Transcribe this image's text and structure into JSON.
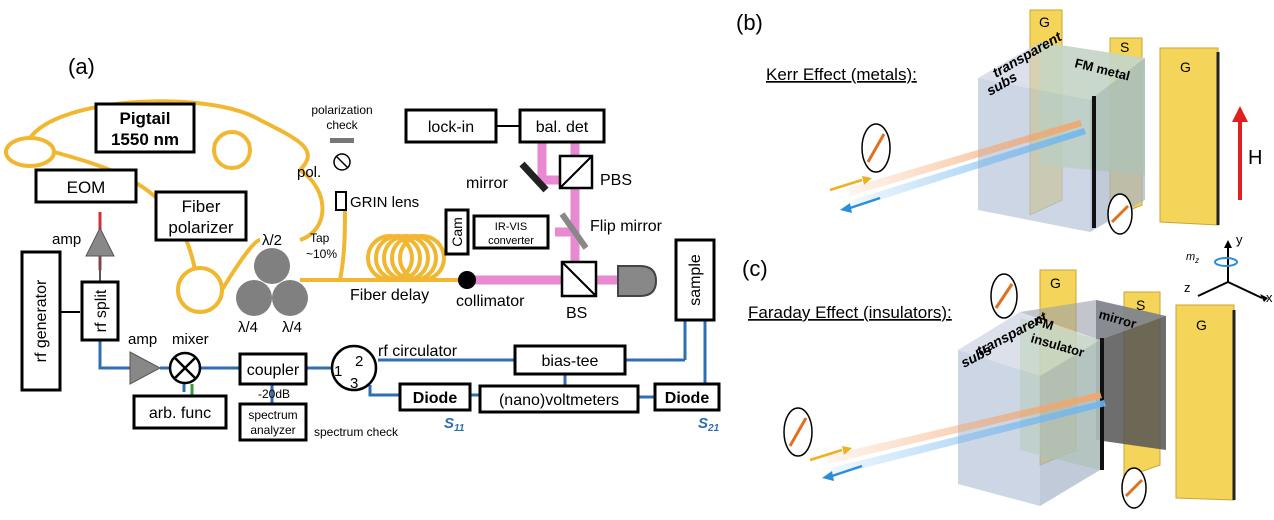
{
  "panels": {
    "a": "(a)",
    "b": "(b)",
    "c": "(c)"
  },
  "setup": {
    "pigtail_line1": "Pigtail",
    "pigtail_line2": "1550 nm",
    "eom": "EOM",
    "fiber_polarizer_line1": "Fiber",
    "fiber_polarizer_line2": "polarizer",
    "amp_top": "amp",
    "rf_generator": "rf generator",
    "rf_split": "rf split",
    "amp_bottom": "amp",
    "mixer": "mixer",
    "arb_func": "arb. func",
    "coupler": "coupler",
    "minus20db": "-20dB",
    "spectrum_analyzer_line1": "spectrum",
    "spectrum_analyzer_line2": "analyzer",
    "spectrum_check": "spectrum check",
    "lambda2": "λ/2",
    "lambda4_left": "λ/4",
    "lambda4_right": "λ/4",
    "polarization_check_line1": "polarization",
    "polarization_check_line2": "check",
    "pol": "pol.",
    "grin_lens": "GRIN lens",
    "tap_line1": "Tap",
    "tap_line2": "~10%",
    "fiber_delay": "Fiber delay",
    "collimator": "collimator",
    "lock_in": "lock-in",
    "bal_det": "bal. det",
    "mirror": "mirror",
    "pbs": "PBS",
    "cam": "Cam",
    "ir_vis_line1": "IR-VIS",
    "ir_vis_line2": "converter",
    "flip_mirror": "Flip mirror",
    "bs": "BS",
    "sample": "sample",
    "rf_circulator": "rf circulator",
    "port1": "1",
    "port2": "2",
    "port3": "3",
    "bias_tee": "bias-tee",
    "diode_left": "Diode",
    "nanovoltmeters": "(nano)voltmeters",
    "diode_right": "Diode",
    "s11": "S",
    "s11_sub": "11",
    "s21": "S",
    "s21_sub": "21"
  },
  "kerr": {
    "title": "Kerr Effect (metals):",
    "g_left": "G",
    "s": "S",
    "g_right": "G",
    "fm_metal": "FM metal",
    "transparent": "transparent",
    "subs": "subs",
    "h": "H"
  },
  "faraday": {
    "title": "Faraday Effect (insulators):",
    "g_left": "G",
    "s": "S",
    "g_right": "G",
    "mirror": "mirror",
    "fm": "FM",
    "insulator": "insulator",
    "transparent": "transparent",
    "subs": "subs"
  },
  "axes": {
    "x": "x",
    "y": "y",
    "z": "z",
    "mz": "m",
    "mz_sub": "z"
  },
  "colors": {
    "fiber": "#f2b731",
    "rf_line": "#2f6eb0",
    "laser": "#e88ad2",
    "red_line": "#d23030",
    "electrode": "#f5d45a",
    "film": "#bfe38a",
    "substrate": "#b8c4d8"
  }
}
